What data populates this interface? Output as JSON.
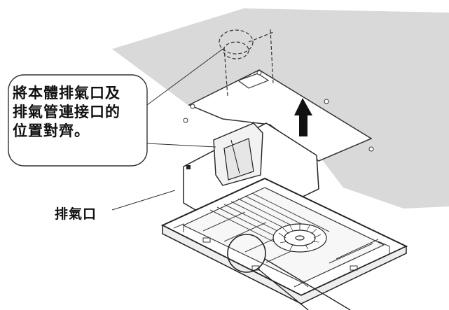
{
  "callout": {
    "line1": "將本體排氣口及",
    "line2": "排氣管連接口的",
    "line3": "位置對齊。"
  },
  "labels": {
    "exhaust_port": "排氣口"
  }
}
